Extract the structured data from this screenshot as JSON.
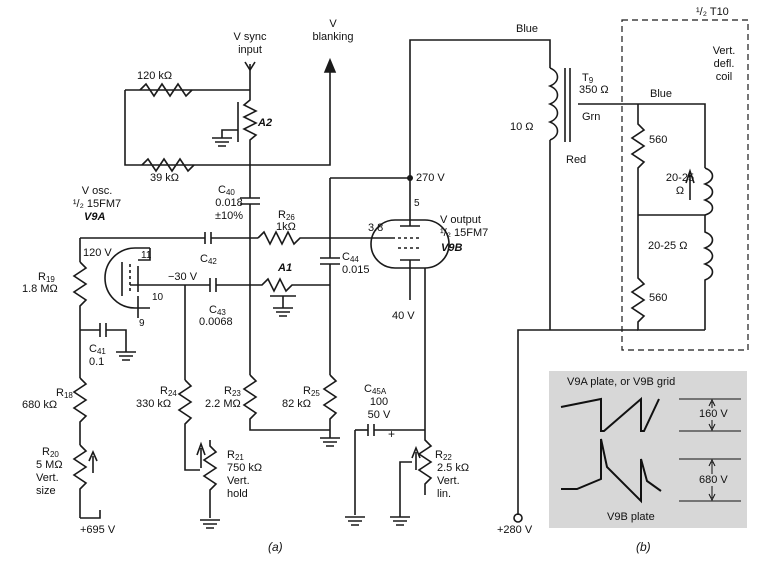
{
  "part_a": {
    "caption": "(a)",
    "v_sync": "V sync\ninput",
    "v_blanking": "V\nblanking",
    "r_120k": "120 kΩ",
    "r_39k": "39 kΩ",
    "a2": "A2",
    "c40_name": "C",
    "c40_sub": "40",
    "c40_value": "0.018\n±10%",
    "r26_name": "R",
    "r26_sub": "26",
    "r26_value": "1kΩ",
    "osc_label": "V osc.\n¹/₂ 15FM7",
    "v9a": "V9A",
    "c42_name": "C",
    "c42_sub": "42",
    "v120": "120 V",
    "pin11": "11",
    "pin10": "10",
    "pin9": "9",
    "r19_name": "R",
    "r19_sub": "19",
    "r19_value": "1.8 MΩ",
    "neg30": "−30 V",
    "a1": "A1",
    "c43_name": "C",
    "c43_sub": "43",
    "c43_value": "0.0068",
    "c41_name": "C",
    "c41_sub": "41",
    "c41_value": "0.1",
    "r18_name": "R",
    "r18_sub": "18",
    "r18_value": "680 kΩ",
    "r24_name": "R",
    "r24_sub": "24",
    "r24_value": "330 kΩ",
    "r23_name": "R",
    "r23_sub": "23",
    "r23_value": "2.2 MΩ",
    "r25_name": "R",
    "r25_sub": "25",
    "r25_value": "82 kΩ",
    "r20_name": "R",
    "r20_sub": "20",
    "r20_value": "5 MΩ\nVert.\nsize",
    "r21_name": "R",
    "r21_sub": "21",
    "r21_value": "750 kΩ\nVert.\nhold",
    "b695": "+695 V",
    "v270": "270 V",
    "pin5": "5",
    "v38": "3.8",
    "out_label": "V output\n¹/₂ 15FM7",
    "v9b": "V9B",
    "c44_name": "C",
    "c44_sub": "44",
    "c44_value": "0.015",
    "v40": "40 V",
    "c45_name": "C",
    "c45_sub": "45A",
    "c45_value": "100\n50 V",
    "r22_name": "R",
    "r22_sub": "22",
    "r22_value": "2.5 kΩ\nVert.\nlin.",
    "blue_top": "Blue",
    "t9_name": "T",
    "t9_sub": "9",
    "t9_value": "350 Ω",
    "ten_ohm": "10 Ω",
    "grn": "Grn",
    "red": "Red",
    "b280": "+280 V",
    "half_t10": "¹/₂ T10",
    "blue_coil": "Blue",
    "coil_label": "Vert.\ndefl.\ncoil",
    "r560_top": "560",
    "r560_bot": "560",
    "coil_top": "20-25\nΩ",
    "coil_bot": "20-25 Ω"
  },
  "part_b": {
    "caption": "(b)",
    "top_label": "V9A plate, or V9B grid",
    "top_pp": "160 V",
    "bottom_pp": "680 V",
    "bottom_label": "V9B plate"
  }
}
